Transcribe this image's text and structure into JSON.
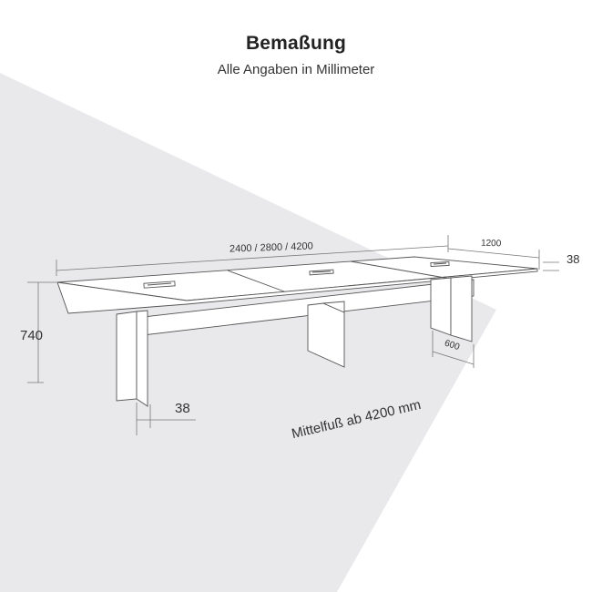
{
  "header": {
    "title": "Bemaßung",
    "subtitle": "Alle Angaben in Millimeter"
  },
  "dimensions": {
    "length": "2400 / 2800 / 4200",
    "depth": "1200",
    "top_thickness": "38",
    "height": "740",
    "leg_thickness": "38",
    "leg_width": "600",
    "middle_leg_note": "Mittelfuß ab 4200 mm"
  },
  "colors": {
    "shadow": "#e9e9ec",
    "lines": "#555555",
    "text": "#333333"
  }
}
